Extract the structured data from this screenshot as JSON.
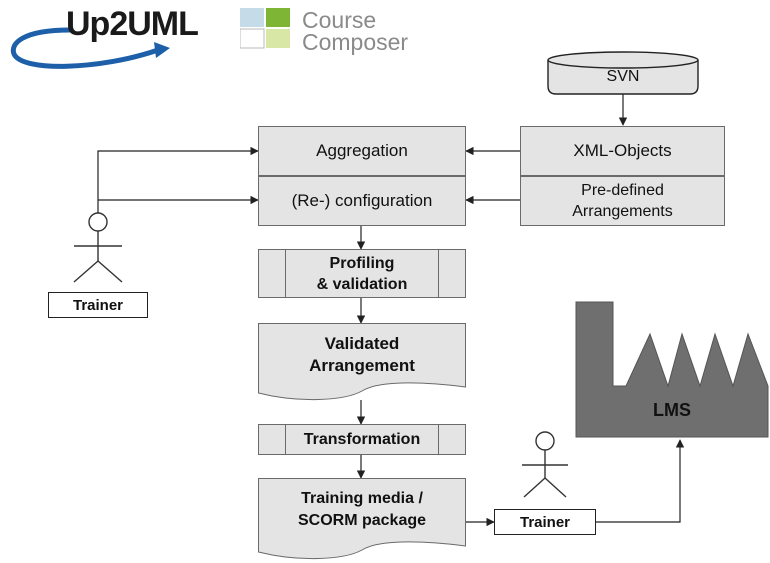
{
  "logos": {
    "up2uml": "Up2UML",
    "course_composer": [
      "Course",
      "Composer"
    ]
  },
  "nodes": {
    "svn": "SVN",
    "aggregation": "Aggregation",
    "reconfiguration": "(Re-) configuration",
    "xml_objects": "XML-Objects",
    "predefined": [
      "Pre-defined",
      "Arrangements"
    ],
    "profiling": [
      "Profiling",
      "& validation"
    ],
    "validated": [
      "Validated",
      "Arrangement"
    ],
    "transformation": "Transformation",
    "training_media": [
      "Training media /",
      "SCORM package"
    ],
    "lms": "LMS"
  },
  "actors": {
    "trainer_left": "Trainer",
    "trainer_bottom": "Trainer"
  },
  "colors": {
    "box_fill": "#e4e4e4",
    "box_border": "#6a6a6a",
    "lms_fill": "#6f6f6f",
    "logo_blue": "#1d5fa8",
    "logo_green": "#7fb534",
    "logo_light_blue": "#c6dbe8",
    "logo_light_green": "#d8e6a6",
    "logo_text_gray": "#8a8a8a"
  }
}
